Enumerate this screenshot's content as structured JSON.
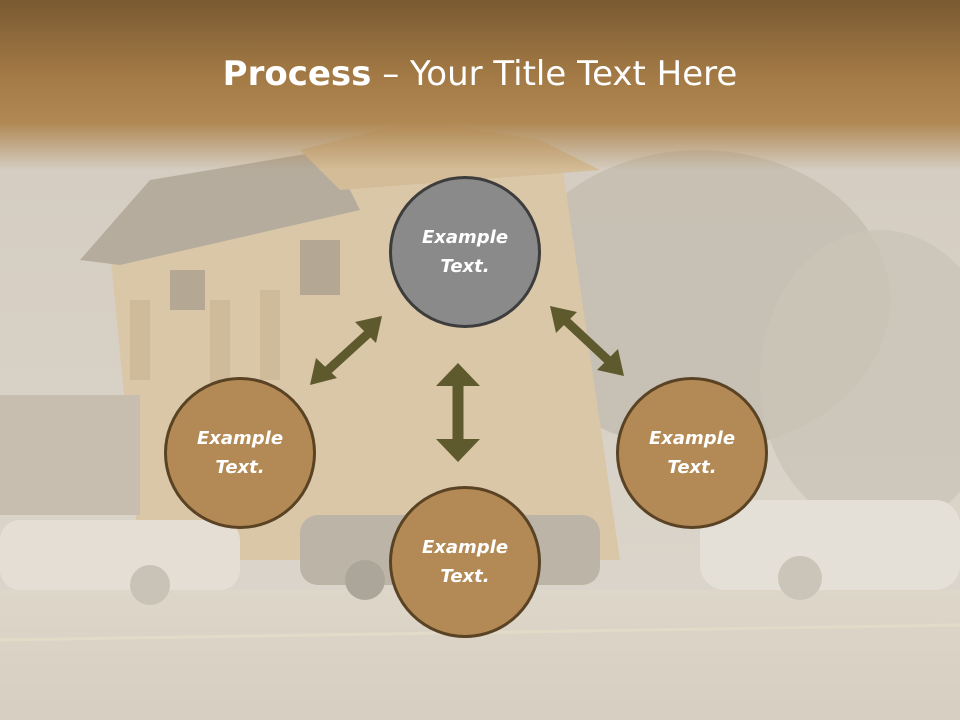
{
  "title": {
    "strong": "Process",
    "dash": " – ",
    "rest": "Your Title Text Here"
  },
  "nodes": [
    {
      "id": "top",
      "label": "Example Text.",
      "fill": "#8a8a8a"
    },
    {
      "id": "left",
      "label": "Example Text.",
      "fill": "#b38a55"
    },
    {
      "id": "right",
      "label": "Example Text.",
      "fill": "#b38a55"
    },
    {
      "id": "bottom",
      "label": "Example Text.",
      "fill": "#b38a55"
    }
  ],
  "colors": {
    "title_band": "#a37a45",
    "arrow": "#5f5a2e",
    "node_gray": "#8a8a8a",
    "node_brown": "#b38a55"
  },
  "background": {
    "icon": "street-house-photo"
  }
}
